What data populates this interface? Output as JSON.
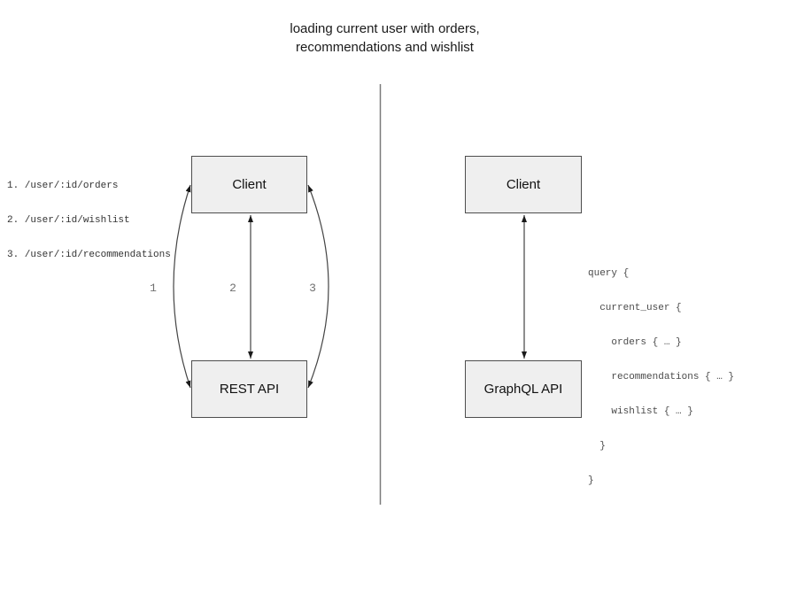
{
  "title": {
    "line1": "loading current user with orders,",
    "line2": "recommendations and wishlist"
  },
  "colors": {
    "box_fill": "#efefef",
    "box_border": "#4d4d4d",
    "arrow_stroke": "#444444",
    "divider": "#7a7a7a",
    "arrow_label_text": "#707070",
    "endpoint_text": "#333333",
    "query_text": "#4a4a4a"
  },
  "left_panel": {
    "endpoints": [
      "1. /user/:id/orders",
      "2. /user/:id/wishlist",
      "3. /user/:id/recommendations"
    ],
    "client_label": "Client",
    "api_label": "REST API",
    "arrow_labels": [
      "1",
      "2",
      "3"
    ]
  },
  "right_panel": {
    "client_label": "Client",
    "api_label": "GraphQL API",
    "query_lines": [
      "query {",
      "  current_user {",
      "    orders { … }",
      "    recommendations { … }",
      "    wishlist { … }",
      "  }",
      "}"
    ]
  }
}
